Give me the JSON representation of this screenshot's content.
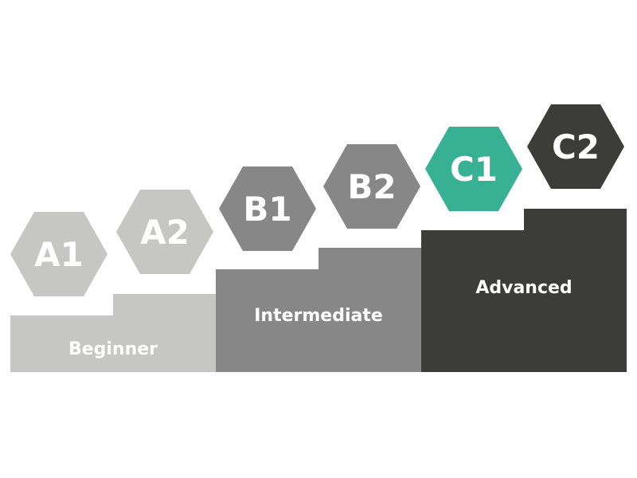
{
  "stairs": [
    {
      "id": "beginner",
      "label": "Beginner",
      "color": "#c6c6c5"
    },
    {
      "id": "intermediate",
      "label": "Intermediate",
      "color": "#878787"
    },
    {
      "id": "advanced",
      "label": "Advanced",
      "color": "#3c3c3b"
    }
  ],
  "levels": [
    {
      "id": "a1",
      "label": "A1",
      "color": "#c6c6c5",
      "highlighted": false
    },
    {
      "id": "a2",
      "label": "A2",
      "color": "#c6c6c5",
      "highlighted": false
    },
    {
      "id": "b1",
      "label": "B1",
      "color": "#878787",
      "highlighted": false
    },
    {
      "id": "b2",
      "label": "B2",
      "color": "#878787",
      "highlighted": false
    },
    {
      "id": "c1",
      "label": "C1",
      "color": "#37b093",
      "highlighted": true
    },
    {
      "id": "c2",
      "label": "C2",
      "color": "#3c3c3b",
      "highlighted": false
    }
  ]
}
